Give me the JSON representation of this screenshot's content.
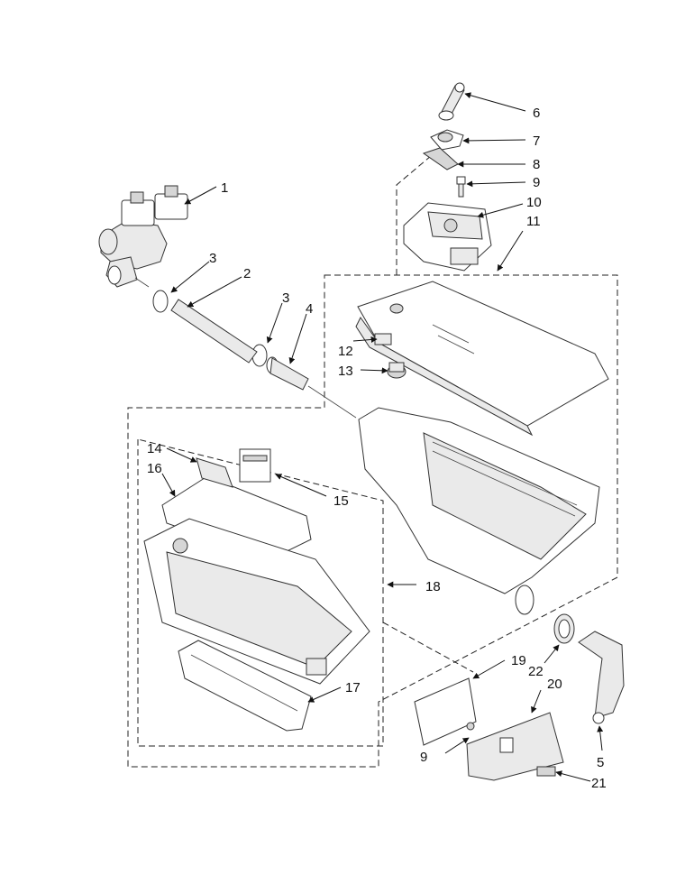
{
  "callouts": {
    "c1": "1",
    "c2": "2",
    "c3a": "3",
    "c3b": "3",
    "c4": "4",
    "c5": "5",
    "c6": "6",
    "c7": "7",
    "c8": "8",
    "c9a": "9",
    "c9b": "9",
    "c10": "10",
    "c11": "11",
    "c12": "12",
    "c13": "13",
    "c14": "14",
    "c15": "15",
    "c16": "16",
    "c17": "17",
    "c18": "18",
    "c19": "19",
    "c20": "20",
    "c21": "21",
    "c22": "22"
  }
}
